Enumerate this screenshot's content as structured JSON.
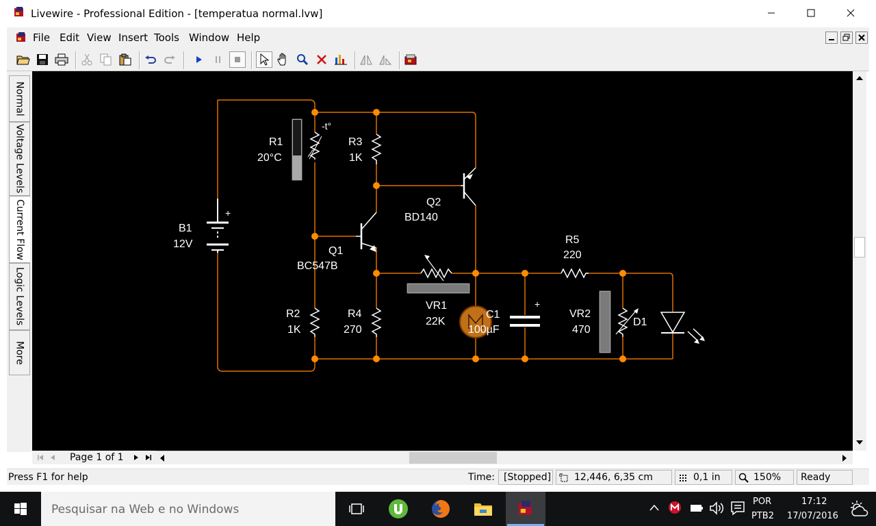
{
  "window": {
    "title": "Livewire - Professional Edition - [temperatua normal.lvw]",
    "minimize_icon": "minimize-icon",
    "maximize_icon": "maximize-icon",
    "close_icon": "close-icon"
  },
  "menu": {
    "items": [
      "File",
      "Edit",
      "View",
      "Insert",
      "Tools",
      "Window",
      "Help"
    ]
  },
  "toolbar": {
    "icons": [
      "open-folder-icon",
      "save-icon",
      "print-icon",
      "cut-icon",
      "copy-icon",
      "paste-icon",
      "undo-icon",
      "redo-icon",
      "play-icon",
      "pause-icon",
      "stop-icon",
      "pointer-icon",
      "hand-icon",
      "zoom-icon",
      "delete-icon",
      "graph-icon",
      "flip-icon",
      "rotate-icon",
      "component-bin-icon"
    ]
  },
  "side_tabs": [
    "Normal",
    "Voltage Levels",
    "Current Flow",
    "Logic Levels",
    "More"
  ],
  "schematic": {
    "wire_color": "#e07000",
    "node_color": "#ff8c00",
    "components": {
      "R1": {
        "name": "R1",
        "value": "20°C",
        "mark": "-t°"
      },
      "R3": {
        "name": "R3",
        "value": "1K"
      },
      "Q2": {
        "name": "Q2",
        "value": "BD140"
      },
      "B1": {
        "name": "B1",
        "value": "12V",
        "plus": "+"
      },
      "Q1": {
        "name": "Q1",
        "value": "BC547B"
      },
      "R5": {
        "name": "R5",
        "value": "220"
      },
      "R2": {
        "name": "R2",
        "value": "1K"
      },
      "R4": {
        "name": "R4",
        "value": "270"
      },
      "VR1": {
        "name": "VR1",
        "value": "22K"
      },
      "C1": {
        "name": "C1",
        "value": "100µF",
        "plus": "+"
      },
      "VR2": {
        "name": "VR2",
        "value": "470"
      },
      "D1": {
        "name": "D1"
      }
    }
  },
  "navigation": {
    "page_label": "Page 1 of 1"
  },
  "status": {
    "help": "Press F1 for help",
    "time_label": "Time:",
    "time_value": "[Stopped]",
    "position": "12,446, 6,35 cm",
    "grid": "0,1 in",
    "zoom": "150%",
    "state": "Ready"
  },
  "taskbar": {
    "search_placeholder": "Pesquisar na Web e no Windows",
    "language": "POR",
    "layout": "PTB2",
    "time": "17:12",
    "date": "17/07/2016"
  }
}
